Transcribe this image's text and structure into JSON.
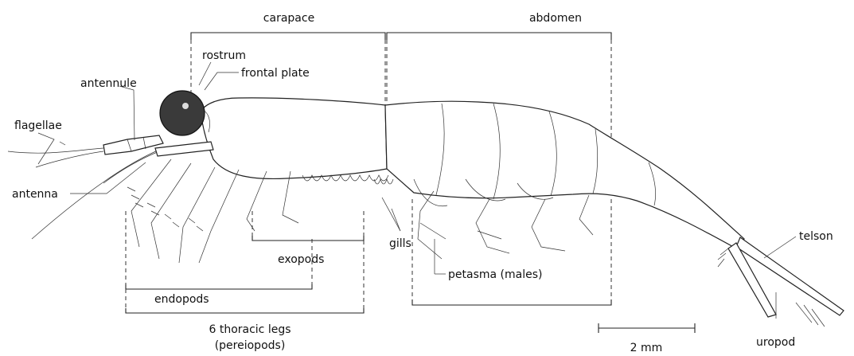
{
  "labels": {
    "carapace": "carapace",
    "abdomen": "abdomen",
    "rostrum": "rostrum",
    "frontal_plate": "frontal plate",
    "antennule": "antennule",
    "flagellae": "flagellae",
    "antenna": "antenna",
    "gills": "gills",
    "exopods": "exopods",
    "endopods": "endopods",
    "thoracic_legs_1": "6 thoracic legs",
    "thoracic_legs_2": "(pereiopods)",
    "petasma": "petasma (males)",
    "telson": "telson",
    "uropod": "uropod",
    "scale": "2 mm"
  }
}
